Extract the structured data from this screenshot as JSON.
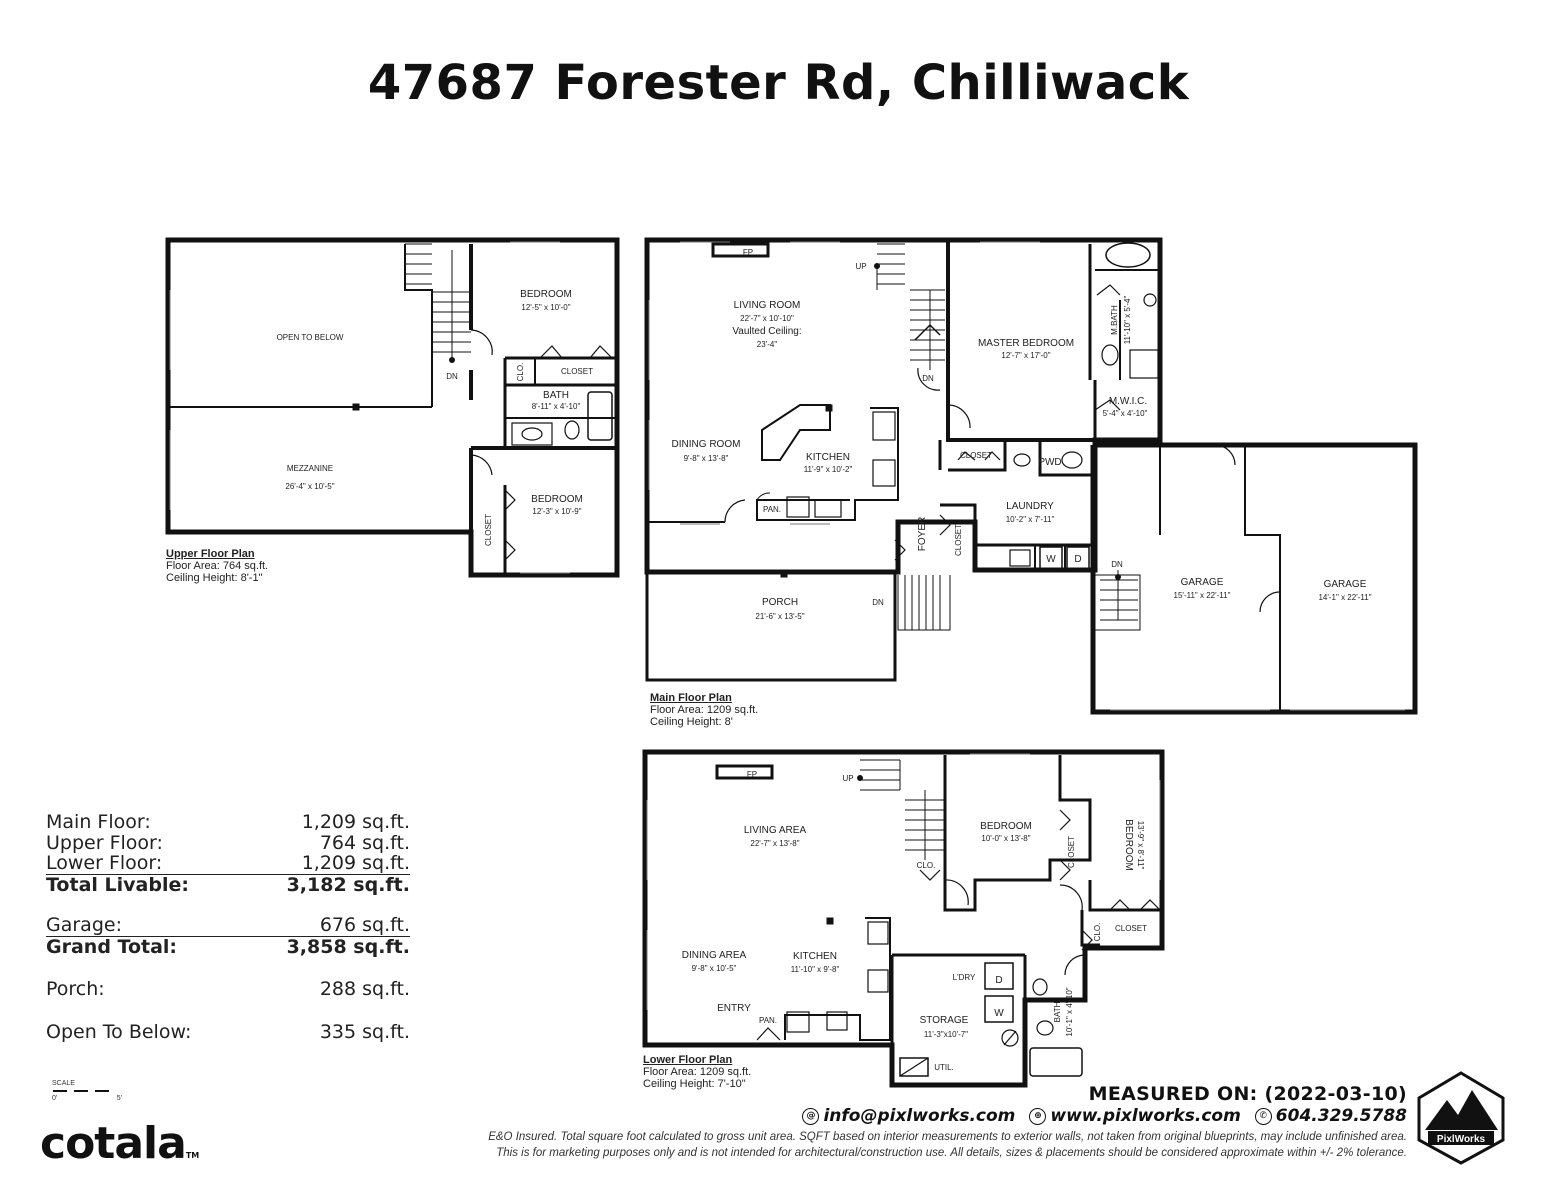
{
  "title": "47687 Forester Rd, Chilliwack",
  "upper": {
    "caption_title": "Upper Floor Plan",
    "area": "Floor Area: 764 sq.ft.",
    "ceiling": "Ceiling Height: 8'-1\"",
    "open_to_below": "OPEN TO BELOW",
    "mezzanine": "MEZZANINE",
    "mezzanine_dim": "26'-4\" x 10'-5\"",
    "bedroom1": "BEDROOM",
    "bedroom1_dim": "12'-5\" x 10'-0\"",
    "closet": "CLOSET",
    "clo": "CLO.",
    "bath": "BATH",
    "bath_dim": "8'-11\" x 4'-10\"",
    "bedroom2": "BEDROOM",
    "bedroom2_dim": "12'-3\" x 10'-9\"",
    "closet2": "CLOSET",
    "dn": "DN"
  },
  "main": {
    "caption_title": "Main Floor Plan",
    "area": "Floor Area: 1209 sq.ft.",
    "ceiling": "Ceiling Height: 8'",
    "fp": "FP",
    "up": "UP",
    "dn": "DN",
    "living": "LIVING ROOM",
    "living_dim": "22'-7\" x 10'-10\"",
    "vaulted": "Vaulted Ceiling:",
    "vaulted_h": "23'-4\"",
    "master": "MASTER BEDROOM",
    "master_dim": "12'-7\" x 17'-0\"",
    "mbath": "M.BATH",
    "mbath_dim": "11'-10\" x 5'-4\"",
    "mwic": "M.W.I.C.",
    "mwic_dim": "5'-4\" x 4'-10\"",
    "dining": "DINING ROOM",
    "dining_dim": "9'-8\" x 13'-8\"",
    "kitchen": "KITCHEN",
    "kitchen_dim": "11'-9\" x 10'-2\"",
    "pan": "PAN.",
    "closet": "CLOSET",
    "pwd": "PWD",
    "laundry": "LAUNDRY",
    "laundry_dim": "10'-2\" x 7'-11\"",
    "foyer": "FOYER",
    "closet2": "CLOSET",
    "w": "W",
    "d": "D",
    "porch": "PORCH",
    "porch_dim": "21'-6\" x 13'-5\"",
    "dn2": "DN",
    "dn3": "DN",
    "garage1": "GARAGE",
    "garage1_dim": "15'-11\" x 22'-11\"",
    "garage2": "GARAGE",
    "garage2_dim": "14'-1\" x 22'-11\""
  },
  "lower": {
    "caption_title": "Lower Floor Plan",
    "area": "Floor Area: 1209 sq.ft.",
    "ceiling": "Ceiling Height: 7'-10\"",
    "fp": "FP",
    "up": "UP",
    "living": "LIVING AREA",
    "living_dim": "22'-7\" x 13'-8\"",
    "bedroom1": "BEDROOM",
    "bedroom1_dim": "10'-0\" x 13'-8\"",
    "closet": "CLOSET",
    "bedroom2": "BEDROOM",
    "bedroom2_dim": "13'-9\" x 8'-11\"",
    "clo": "CLO.",
    "clo2": "CLO.",
    "closet2": "CLOSET",
    "dining": "DINING AREA",
    "dining_dim": "9'-8\" x 10'-5\"",
    "kitchen": "KITCHEN",
    "kitchen_dim": "11'-10\" x 9'-8\"",
    "entry": "ENTRY",
    "pan": "PAN.",
    "ldry": "L'DRY",
    "d": "D",
    "w": "W",
    "storage": "STORAGE",
    "storage_dim": "11'-3\"x10'-7\"",
    "util": "UTIL.",
    "bath": "BATH",
    "bath_dim": "10'-1\" x 4'-10\""
  },
  "summary": [
    {
      "label": "Main Floor:",
      "value": "1,209 sq.ft."
    },
    {
      "label": "Upper Floor:",
      "value": "764 sq.ft."
    },
    {
      "label": "Lower Floor:",
      "value": "1,209 sq.ft."
    },
    {
      "label": "Total Livable:",
      "value": "3,182 sq.ft."
    },
    {
      "label": "Garage:",
      "value": "676 sq.ft."
    },
    {
      "label": "Grand Total:",
      "value": "3,858 sq.ft."
    },
    {
      "label": "Porch:",
      "value": "288 sq.ft."
    },
    {
      "label": "Open To Below:",
      "value": "335 sq.ft."
    }
  ],
  "scale": {
    "label": "SCALE",
    "start": "0'",
    "end": "5'"
  },
  "measured": "MEASURED ON: (2022-03-10)",
  "email": "info@pixlworks.com",
  "website": "www.pixlworks.com",
  "phone": "604.329.5788",
  "disclaimer1": "E&O Insured.  Total square foot calculated to gross unit area. SQFT based on interior measurements to exterior walls, not taken from original blueprints, may include unfinished area.",
  "disclaimer2": "This is for marketing purposes only and is not intended for architectural/construction use.  All details, sizes & placements should be considered approximate within +/- 2% tolerance.",
  "brand": "cotala",
  "brand_tm": "TM",
  "logo_text": "PixlWorks"
}
